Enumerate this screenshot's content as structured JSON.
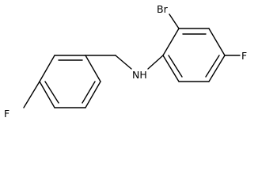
{
  "molecule": {
    "atom_labels": {
      "bromine": "Br",
      "amine": "NH",
      "fluorine_right": "F",
      "fluorine_left": "F"
    }
  }
}
